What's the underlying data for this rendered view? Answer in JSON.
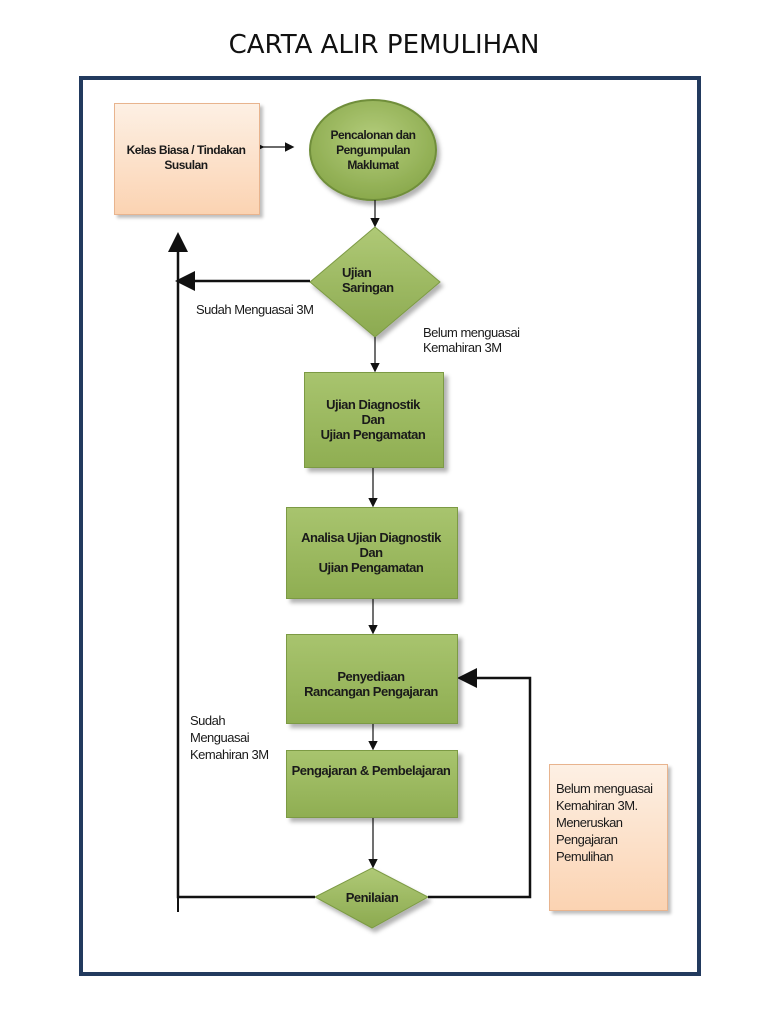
{
  "title": "CARTA ALIR PEMULIHAN",
  "nodes": {
    "kelas_biasa": "Kelas Biasa / Tindakan\nSusulan",
    "pencalonan": "Pencalonan dan\nPengumpulan\nMaklumat",
    "ujian_saringan": "Ujian\nSaringan",
    "ujian_diagnostik": "Ujian Diagnostik\nDan\nUjian Pengamatan",
    "analisa": "Analisa Ujian Diagnostik\nDan\nUjian Pengamatan",
    "penyediaan": "Penyediaan\nRancangan  Pengajaran",
    "pengajaran": "Pengajaran & Pembelajaran",
    "penilaian": "Penilaian",
    "belum_box": "Belum menguasai\nKemahiran 3M.\nMeneruskan\nPengajaran\nPemulihan"
  },
  "labels": {
    "sudah_menguasai_3m": "Sudah Menguasai 3M",
    "belum_menguasai": "Belum menguasai\nKemahiran 3M",
    "sudah_menguasai_kemahiran": "Sudah\nMenguasai\nKemahiran 3M"
  },
  "colors": {
    "frame": "#223a5e",
    "green": "#9bb85e",
    "peach": "#fbd3b2",
    "line": "#111111"
  }
}
